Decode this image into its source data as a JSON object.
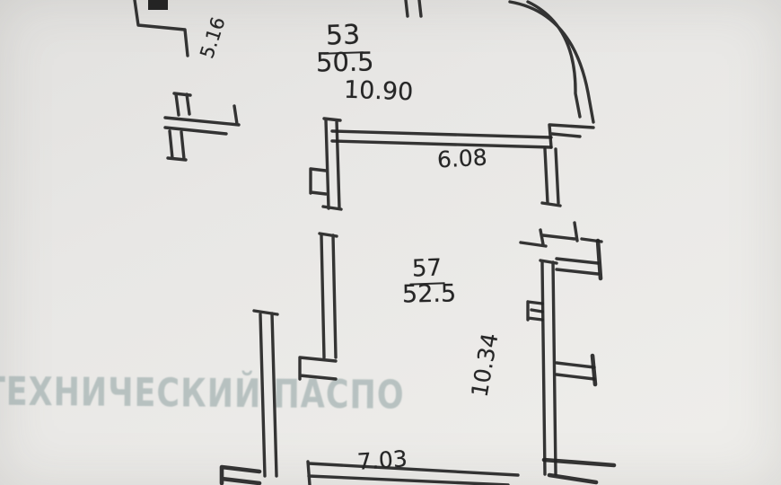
{
  "plan": {
    "watermark": "ТЕХНИЧЕСКИЙ ПАСПО",
    "rooms": [
      {
        "number": "53",
        "area": "50.5"
      },
      {
        "number": "57",
        "area": "52.5"
      }
    ],
    "dimensions": {
      "top_width": "10.90",
      "corridor_width": "6.08",
      "right_height": "10.34",
      "bottom_width": "7.03",
      "upper_left": "5.16"
    }
  }
}
